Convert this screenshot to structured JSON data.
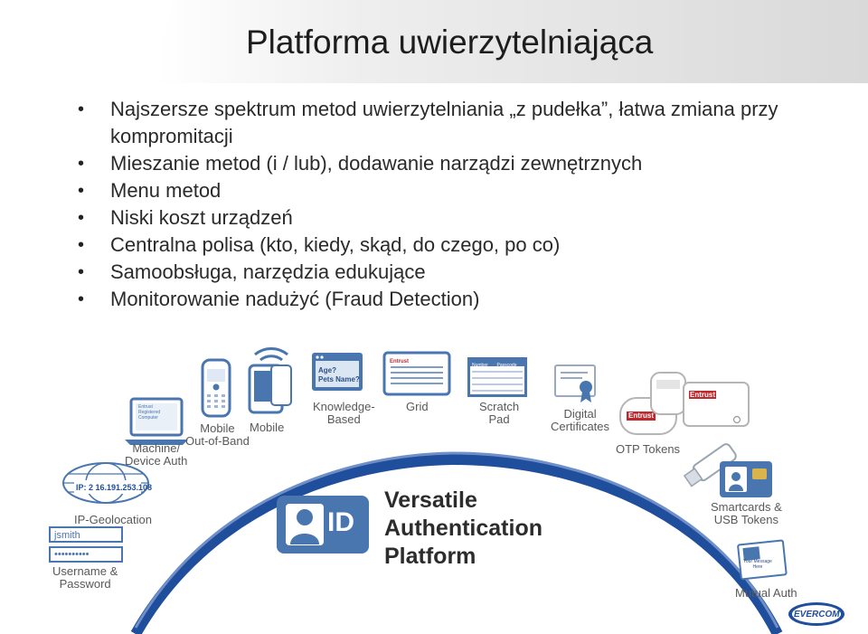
{
  "title": "Platforma uwierzytelniająca",
  "bullets": [
    "Najszersze spektrum metod uwierzytelniania „z pudełka”, łatwa zmiana przy kompromitacji",
    "Mieszanie metod (i / lub), dodawanie narządzi zewnętrznych",
    "Menu metod",
    "Niski koszt urządzeń",
    "Centralna polisa (kto, kiedy, skąd, do czego, po co)",
    "Samoobsługa, narzędzia edukujące",
    "Monitorowanie nadużyć (Fraud Detection)"
  ],
  "diagram": {
    "center_lines": [
      "Versatile",
      "Authentication",
      "Platform"
    ],
    "methods": {
      "machine": [
        "Machine/",
        "Device Auth"
      ],
      "mobile_oob": [
        "Mobile",
        "Out-of-Band"
      ],
      "mobile": "Mobile",
      "knowledge": [
        "Knowledge-",
        "Based"
      ],
      "grid": "Grid",
      "scratch": [
        "Scratch",
        "Pad"
      ],
      "certificates": [
        "Digital",
        "Certificates"
      ],
      "otp": "OTP Tokens",
      "smartcards": [
        "Smartcards &",
        "USB Tokens"
      ],
      "mutual": "Mutual Auth",
      "ipgeo": "IP-Geolocation",
      "userpass": [
        "Username &",
        "Password"
      ]
    },
    "icon_text": {
      "ip_address": "IP: 2 16.191.253.108",
      "username": "jsmith",
      "password": "••••••••••",
      "kba_question": [
        "Age?",
        "Pets Name?"
      ],
      "grid_brand": "Entrust",
      "scratch_headers": [
        "Number",
        "Passcode"
      ],
      "otp_brand": "Entrust",
      "mutual_text": [
        "Your Message",
        "Here"
      ],
      "machine_screen": [
        "Entrust",
        "Registered",
        "Computer"
      ],
      "id_text": "ID"
    },
    "logo": "EVERCOM"
  },
  "colors": {
    "title": "#1d1d1d",
    "arc_blue": "#1f4e9c",
    "icon_blue": "#4a76b0",
    "label_grey": "#595959",
    "entrust_red": "#c0272d"
  }
}
